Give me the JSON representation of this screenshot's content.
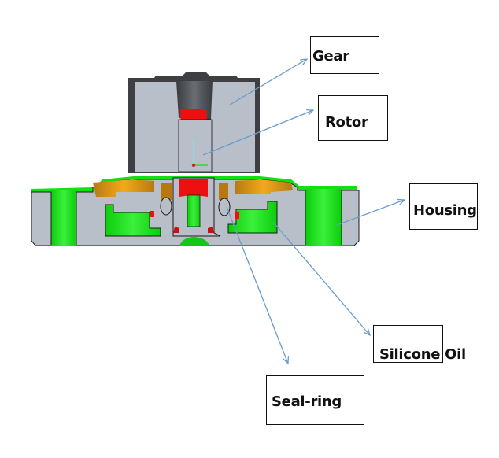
{
  "figure": {
    "subject": "Cross-section of a rotary damper assembly",
    "labels": [
      {
        "id": "gear",
        "text": "Gear"
      },
      {
        "id": "rotor",
        "text": "Rotor"
      },
      {
        "id": "housing",
        "text": "Housing"
      },
      {
        "id": "silicone-oil",
        "text": "Silicone Oil"
      },
      {
        "id": "seal-ring",
        "text": "Seal-ring"
      }
    ]
  },
  "colors": {
    "housing_gray": "#b9bfc8",
    "gear_dark": "#3d3f42",
    "oil_green": "#12e012",
    "red_part": "#ee1010",
    "bronze": "#c98a14",
    "leader_line": "#6a9ccc",
    "outline": "#1a1a1a"
  }
}
